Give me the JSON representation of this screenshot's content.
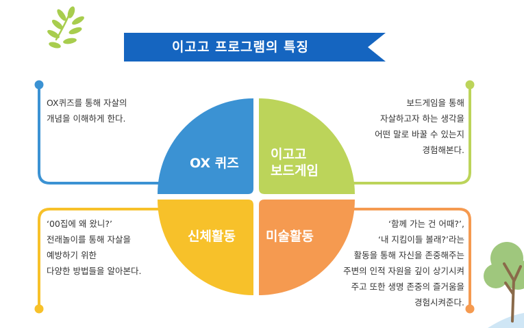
{
  "title": "이고고 프로그램의 특징",
  "colors": {
    "banner": "#1565c0",
    "blue": "#3b92d3",
    "green": "#bcd45a",
    "yellow": "#f7c12a",
    "orange": "#f59a50",
    "leaf": "#a8cd4e",
    "tree_foliage": "#9fc77d",
    "tree_trunk": "#8a6a4a"
  },
  "quadrants": {
    "top_left": {
      "label": "OX 퀴즈",
      "desc": [
        "OX퀴즈를 통해 자살의",
        "개념을 이해하게 한다."
      ]
    },
    "top_right": {
      "label_line1": "이고고",
      "label_line2": "보드게임",
      "desc": [
        "보드게임을 통해",
        "자살하고자 하는 생각을",
        "어떤 말로 바꿀 수 있는지",
        "경험해본다."
      ]
    },
    "bottom_left": {
      "label": "신체활동",
      "desc": [
        "‘00집에 왜 왔니?’",
        "전래놀이를 통해 자살을",
        "예방하기 위한",
        "다양한 방법들을 알아본다."
      ]
    },
    "bottom_right": {
      "label": "미술활동",
      "desc": [
        "‘함께 가는 건 어때?’,",
        "‘내 지킴이들 볼래?’라는",
        "활동을 통해 자신을 존중해주는",
        "주변의 인적 자원을 깊이 상기시켜",
        "주고 또한 생명 존중의 즐거움을",
        "경험시켜준다."
      ]
    }
  },
  "icons": {
    "leaf_branch": "leaf-branch-icon",
    "tree": "tree-icon"
  }
}
